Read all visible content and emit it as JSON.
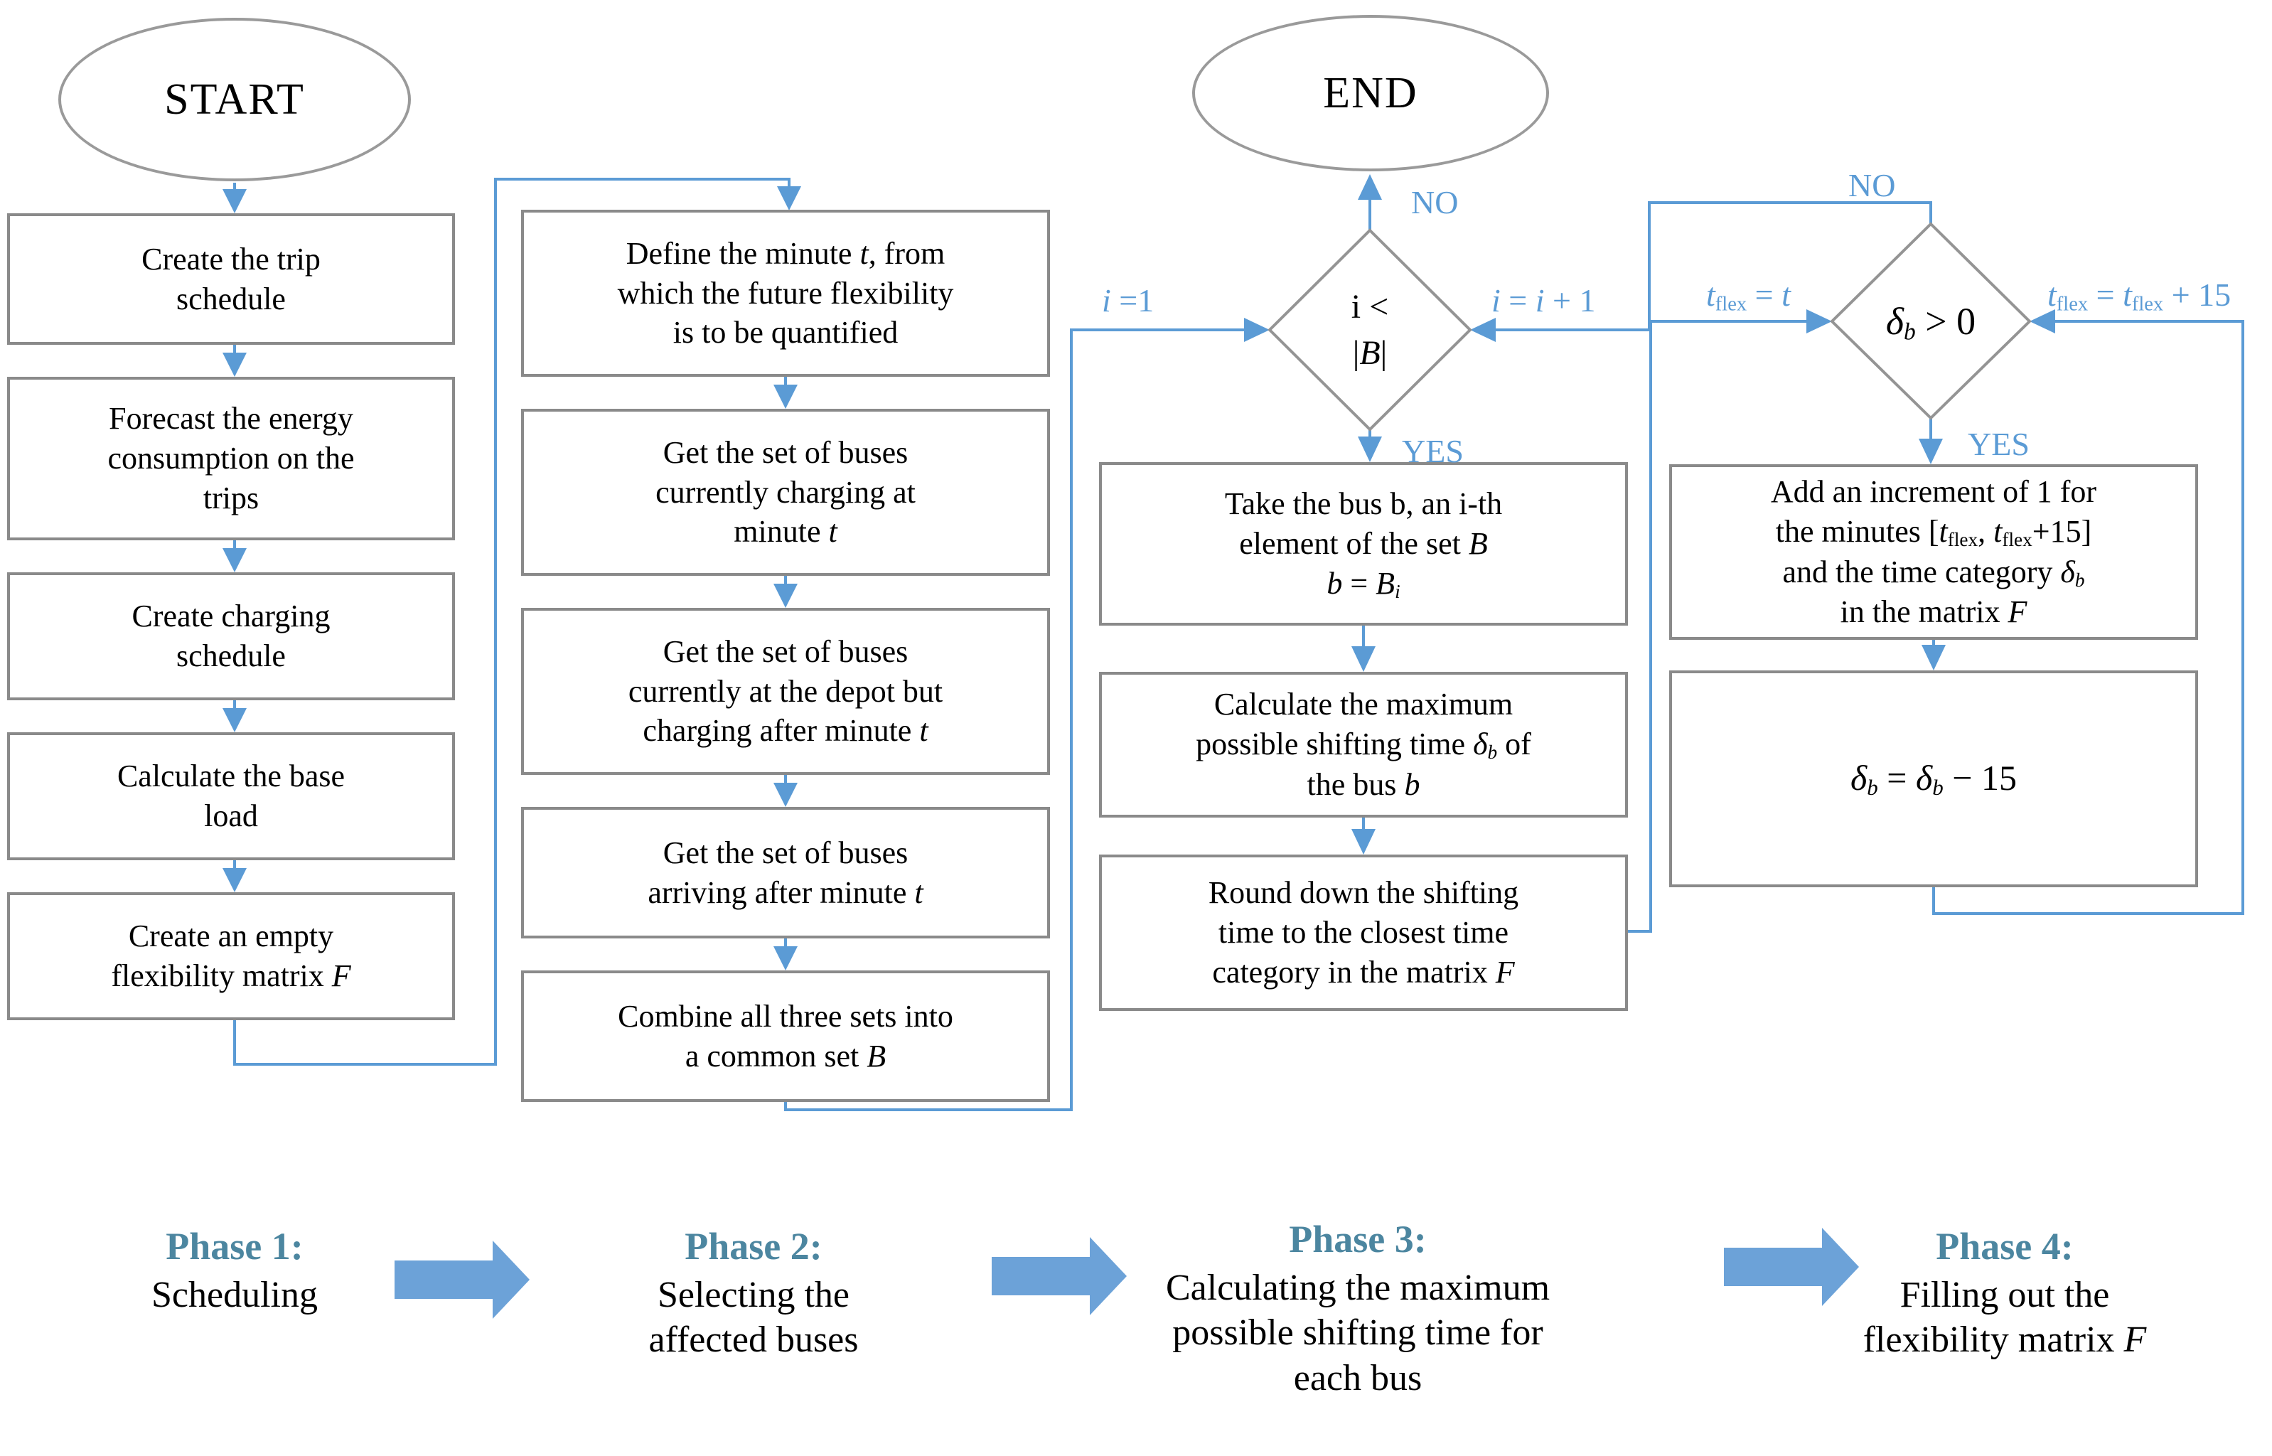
{
  "colors": {
    "connector_blue": "#5B9BD5",
    "label_blue": "#5B9BD5",
    "phase_heading_teal": "#4C86A0",
    "box_border_gray": "#8a8a8a",
    "shape_border_gray": "#949494",
    "block_arrow_blue": "#6CA2D8"
  },
  "t": {
    "start": "START",
    "end": "END",
    "c1b1": "Create the trip\nschedule",
    "c1b2": "Forecast the energy\nconsumption on the\ntrips",
    "c1b3": "Create charging\nschedule",
    "c1b4": "Calculate the base\nload",
    "c1b5a": "Create an empty\nflexibility matrix ",
    "c1b5b": "F",
    "c2b1a": "Define the minute ",
    "c2b1b": "t",
    "c2b1c": ", from\nwhich the future flexibility\nis to be quantified",
    "c2b2a": "Get the set of buses\ncurrently charging at\nminute ",
    "c2b2b": "t",
    "c2b3a": "Get the set of buses\ncurrently at the depot but\ncharging after minute ",
    "c2b3b": "t",
    "c2b4a": "Get the set of buses\narriving after minute ",
    "c2b4b": "t",
    "c2b5a": "Combine all three sets into\na common set ",
    "c2b5b": "B",
    "d1a": "i <",
    "d1b": "|",
    "d1c": "B",
    "d1d": "|",
    "d2a": "δ",
    "d2b": "b",
    "d2c": " > 0",
    "c3b1a": "Take the bus b, an i-th\nelement of the set ",
    "c3b1b": "B",
    "c3b1nl": "\n",
    "c3b1c": "b",
    "c3b1d": " = ",
    "c3b1e": "B",
    "c3b1f": "i",
    "c3b2a": "Calculate the maximum\npossible shifting time ",
    "c3b2b": "δ",
    "c3b2c": "b",
    "c3b2d": " of\nthe bus ",
    "c3b2e": "b",
    "c3b3a": "Round down the shifting\ntime to the closest time\ncategory in the matrix ",
    "c3b3b": "F",
    "c4b1a": "Add an increment of 1 for\nthe minutes [",
    "c4b1b": "t",
    "c4b1c": "flex",
    "c4b1d": ", ",
    "c4b1e": "t",
    "c4b1f": "flex",
    "c4b1g": "+15]\nand the time category ",
    "c4b1h": "δ",
    "c4b1i": "b",
    "c4b1j": "\nin the matrix ",
    "c4b1k": "F",
    "c4b2a": "δ",
    "c4b2b": "b",
    "c4b2c": " = ",
    "c4b2d": "δ",
    "c4b2e": "b",
    "c4b2f": " − 15",
    "lbl_no1": "NO",
    "lbl_yes1": "YES",
    "lbl_no2": "NO",
    "lbl_yes2": "YES",
    "lbl_i1a": "i",
    "lbl_i1b": " =1",
    "lbl_iia": "i",
    "lbl_iib": " = ",
    "lbl_iic": "i",
    "lbl_iid": " + 1",
    "lbl_tf1a": "t",
    "lbl_tf1b": "flex",
    "lbl_tf1c": " = ",
    "lbl_tf1d": "t",
    "lbl_tf2a": "t",
    "lbl_tf2b": "flex",
    "lbl_tf2c": " = ",
    "lbl_tf2d": "t",
    "lbl_tf2e": "flex",
    "lbl_tf2f": " + 15",
    "p1h": "Phase 1:",
    "p1b": "Scheduling",
    "p2h": "Phase 2:",
    "p2b": "Selecting the\naffected buses",
    "p3h": "Phase 3:",
    "p3b": "Calculating the maximum\npossible shifting time for\neach bus",
    "p4h": "Phase 4:",
    "p4ba": "Filling out the\nflexibility matrix ",
    "p4bb": "F"
  }
}
